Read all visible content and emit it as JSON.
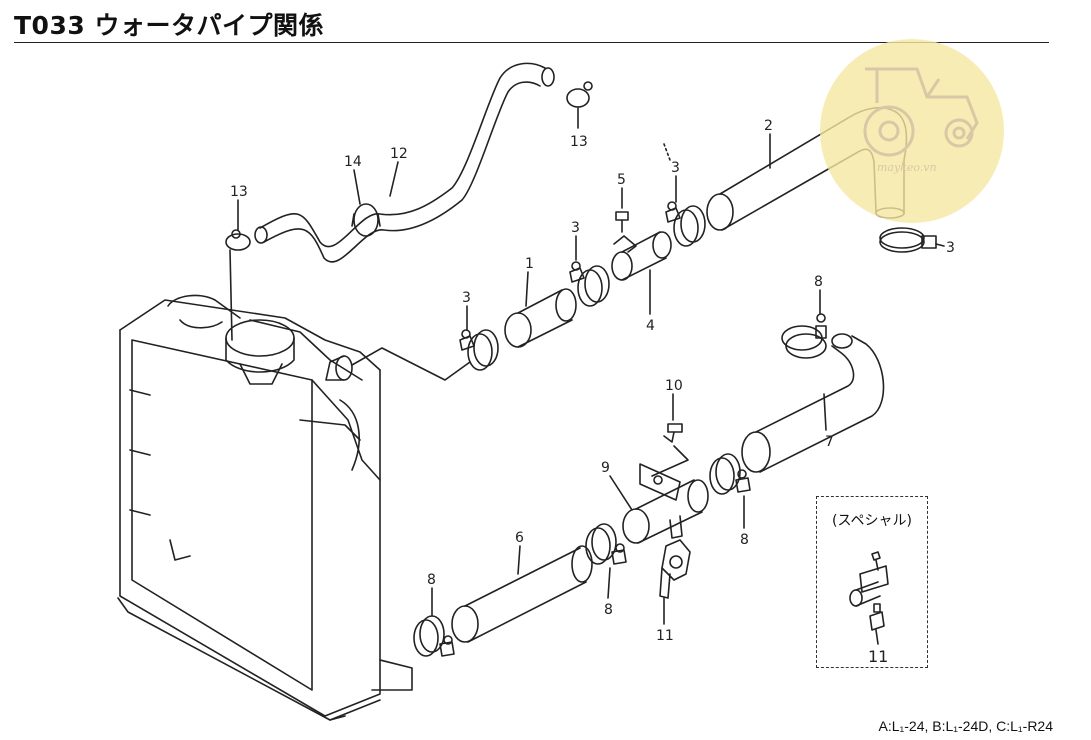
{
  "title": "T033 ウォータパイプ関係",
  "callouts": {
    "c1": "1",
    "c2": "2",
    "c3a": "3",
    "c3b": "3",
    "c3c": "3",
    "c3d": "3",
    "c4": "4",
    "c5": "5",
    "c6": "6",
    "c7": "7",
    "c8a": "8",
    "c8b": "8",
    "c8c": "8",
    "c8d": "8",
    "c9": "9",
    "c10": "10",
    "c11a": "11",
    "c11b": "11",
    "c12": "12",
    "c13a": "13",
    "c13b": "13",
    "c14": "14"
  },
  "special": {
    "label": "(スペシャル)"
  },
  "model_note": "A:L₁-24, B:L₁-24D, C:L₁-R24",
  "watermark": {
    "text": "maykeo.vn",
    "color": "#f6e7a2",
    "icon_color": "#d8c8a6"
  }
}
